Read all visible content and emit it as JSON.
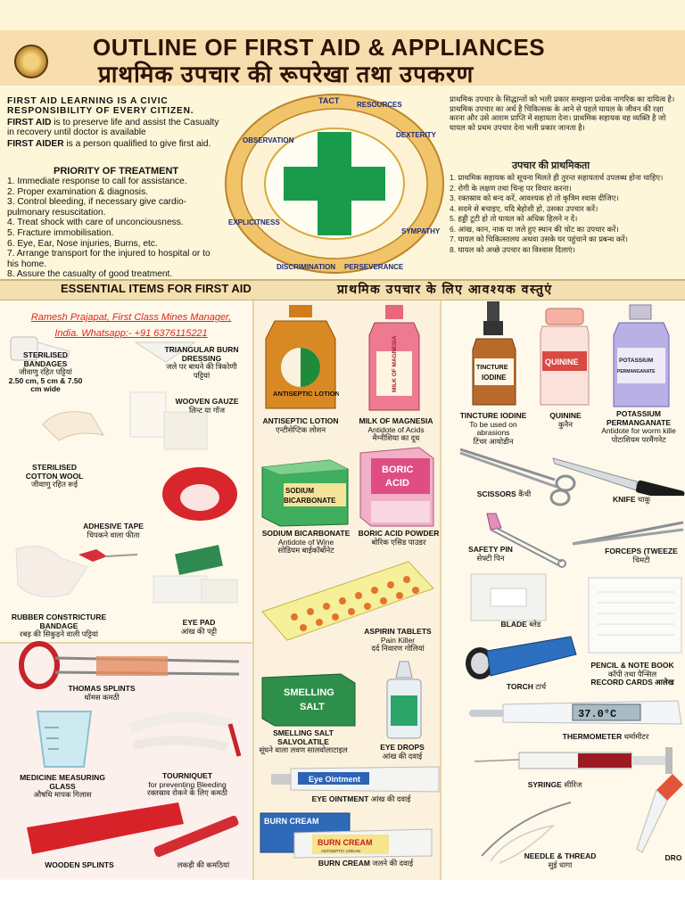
{
  "header": {
    "title_en": "OUTLINE OF FIRST AID & APPLIANCES",
    "title_hi": "प्राथमिक उपचार की रूपरेखा तथा उपकरण"
  },
  "intro": {
    "civic": "FIRST AID LEARNING IS A CIVIC RESPONSIBILITY OF EVERY CITIZEN.",
    "first_aid_term": "FIRST AID",
    "first_aid_def": "is to preserve life and assist the Casualty in recovery until doctor is available",
    "first_aider_term": "FIRST AIDER",
    "first_aider_def": "is a person qualified to give first aid."
  },
  "priority": {
    "title": "PRIORITY OF TREATMENT",
    "items": [
      "1. Immediate response to call for assistance.",
      "2. Proper examination & diagnosis.",
      "3. Control bleeding, if necessary give cardio-pulmonary resuscitation.",
      "4. Treat shock with care of unconciousness.",
      "5. Fracture immobilisation.",
      "6. Eye, Ear, Nose injuries, Burns, etc.",
      "7. Arrange transport for the injured to hospital or to his home.",
      "8. Assure the casualty of good treatment."
    ]
  },
  "emblem": {
    "words": [
      "OBSERVATION",
      "TACT",
      "RESOURCES",
      "DEXTERITY",
      "SYMPATHY",
      "PERSEVERANCE",
      "DISCRIMINATION",
      "EXPLICITNESS"
    ]
  },
  "right_intro": {
    "para": "प्राथमिक उपचार के सिद्धान्तों को भली प्रकार समझना प्रत्येक नागरिक का दायित्व है। प्राथमिक उपचार का अर्थ है चिकित्सक के आने से पहले घायल के जीवन की रक्षा करना और उसे आराम प्राप्ति में सहायता देना। प्राथमिक सहायक वह व्यक्ति है जो घायल को प्रथम उपचार देना भली प्रकार जानता है।",
    "priority_title": "उपचार की प्राथमिकता",
    "items": [
      "1. प्राथमिक सहायक को सूचना मिलते ही तुरन्त सहायतार्थ उपलब्ध होना चाहिए।",
      "2. रोगी के लक्षण तथा चिन्ह पर विचार करना।",
      "3. रक्तस्राव को बन्द करें, आवश्यक हो तो कृत्रिम श्वास दीजिए।",
      "4. सदमे से बचाइए, यदि बेहोशी हो, उसका उपचार करें।",
      "5. हड्डी टूटी हो तो घायल को अधिक हिलने न दें।",
      "6. आंख, कान, नाक या जले हुए स्थान की चोट का उपचार करें।",
      "7. घायल को चिकित्सालय अथवा उसके घर पहुंचाने का प्रबन्ध करें।",
      "8. घायल को अच्छे उपचार का विश्वास दिलाएं।"
    ]
  },
  "essential": {
    "en": "ESSENTIAL ITEMS FOR FIRST AID",
    "hi": "प्राथमिक उपचार के लिए आवश्यक वस्तुएं"
  },
  "watermark": {
    "line1": "Ramesh Prajapat, First Class Mines Manager,",
    "line2": "India. Whatsapp:- +91 6376115221"
  },
  "items": {
    "bandages": {
      "name": "STERILISED BANDAGES",
      "hi": "जीवाणु रहित पट्टियां",
      "sub": "2.50 cm, 5 cm & 7.50 cm wide"
    },
    "triangular": {
      "name": "TRIANGULAR BURN DRESSING",
      "hi": "जले पर बाधने की त्रिकोणी पट्टियां"
    },
    "gauze": {
      "name": "WOOVEN GAUZE",
      "hi": "लिन्ट या गॉज"
    },
    "cotton": {
      "name": "STERILISED COTTON WOOL",
      "hi": "जीवाणु रहित रूई"
    },
    "tape": {
      "name": "ADHESIVE TAPE",
      "hi": "चिपकने वाला फीता"
    },
    "rubber": {
      "name": "RUBBER CONSTRICTURE BANDAGE",
      "hi": "रबड़ की सिकुड़ने वाली पट्टियां"
    },
    "eyepad": {
      "name": "EYE PAD",
      "hi": "आंख की पट्टी"
    },
    "thomas": {
      "name": "THOMAS SPLINTS",
      "hi": "थॉमस कमठी"
    },
    "glass": {
      "name": "MEDICINE MEASURING GLASS",
      "hi": "औषधि मापक गिलास"
    },
    "tourniquet": {
      "name": "TOURNIQUET",
      "sub": "for preventing Bleeding",
      "hi": "रक्तस्राव रोकने के लिए कमठी"
    },
    "wooden": {
      "name": "WOODEN SPLINTS",
      "hi": "लकड़ी की कमठियां"
    },
    "antiseptic": {
      "name": "ANTISEPTIC LOTION",
      "hi": "एन्टीसेप्टिक लोशन",
      "label": "ANTISEPTIC LOTION"
    },
    "magnesia": {
      "name": "MILK OF MAGNESIA",
      "sub": "Antidote of Acids",
      "hi": "मैग्नीशिया का दूध",
      "label": "MILK OF MAGNESIA"
    },
    "soda": {
      "name": "SODIUM BICARBONATE",
      "sub": "Antidote of Wine",
      "hi": "सोडियम बाईकॉर्बोनेट",
      "label": "SODIUM BICARBONATE"
    },
    "boric": {
      "name": "BORIC ACID POWDER",
      "hi": "बोरिक एसिड पाउडर",
      "label": "BORIC ACID"
    },
    "aspirin": {
      "name": "ASPIRIN TABLETS",
      "sub": "Pain Killer",
      "hi": "दर्द निवारण गोलियां"
    },
    "smelling": {
      "name": "SMELLING SALT SALVOLATILE",
      "hi": "सूंघने वाला लवण सालवोलाटाइल",
      "label": "SMELLING SALT"
    },
    "eyedrops": {
      "name": "EYE DROPS",
      "hi": "आंख की दवाई"
    },
    "eyeointment": {
      "name": "EYE OINTMENT",
      "hi": "आंख की दवाई",
      "label": "Eye Ointment"
    },
    "burncream": {
      "name": "BURN CREAM",
      "hi": "जलने की दवाई",
      "label": "BURN CREAM",
      "label2": "ANTISEPTIC CREAM"
    },
    "iodine": {
      "name": "TINCTURE IODINE",
      "sub": "To be used on abrasions",
      "hi": "टिंचर आयोडीन",
      "label": "TINCTURE IODINE"
    },
    "quinine": {
      "name": "QUININE",
      "hi": "कुनैन",
      "label": "QUININE"
    },
    "potassium": {
      "name": "POTASSIUM PERMANGANATE",
      "sub": "Antidote for worm kille",
      "hi": "पोटाशियम परमैंगनेट",
      "label": "POTASSIUM PERMANGANATE"
    },
    "scissors": {
      "name": "SCISSORS",
      "hi": "कैंची"
    },
    "knife": {
      "name": "KNIFE",
      "hi": "चाकू"
    },
    "safetypin": {
      "name": "SAFETY PIN",
      "hi": "सेफ्टी पिन"
    },
    "forceps": {
      "name": "FORCEPS (TWEEZE",
      "hi": "चिमटी"
    },
    "blade": {
      "name": "BLADE",
      "hi": "ब्लेड"
    },
    "pencil": {
      "name": "PENCIL & NOTE BOOK",
      "hi": "कॉपी तथा पैन्सिल",
      "sub": "RECORD CARDS आलेख"
    },
    "torch": {
      "name": "TORCH",
      "hi": "टार्च"
    },
    "thermometer": {
      "name": "THERMOMETER",
      "hi": "थर्मामीटर",
      "display": "37.0°C"
    },
    "syringe": {
      "name": "SYRINGE",
      "hi": "सीरिंज"
    },
    "needle": {
      "name": "NEEDLE & THREAD",
      "hi": "सुई धागा"
    },
    "dropper": {
      "name": "DRO"
    }
  },
  "colors": {
    "cross_green": "#1a9b4b",
    "header_bg": "#f8ddae",
    "title_text": "#2b1306",
    "watermark_red": "#d8281e",
    "emblem_gold": "#d9a93a"
  }
}
